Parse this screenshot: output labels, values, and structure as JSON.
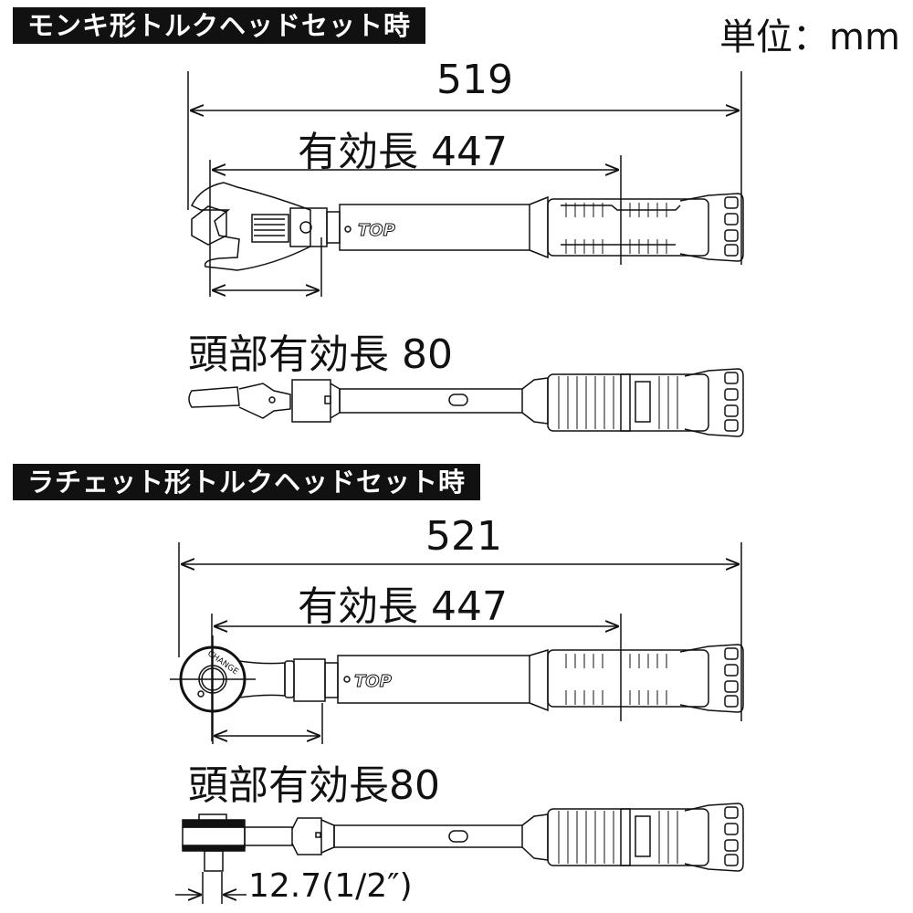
{
  "unit_label": "単位：mm",
  "sections": [
    {
      "title": "モンキ形トルクヘッドセット時",
      "overall_length": "519",
      "effective_length": "有効長 447",
      "head_effective_length": "頭部有効長 80",
      "brand": "TOP"
    },
    {
      "title": "ラチェット形トルクヘッドセット時",
      "overall_length": "521",
      "effective_length": "有効長 447",
      "head_effective_length": "頭部有効長80",
      "brand": "TOP",
      "head_label": "CHANGE",
      "square_drive": "12.7(1/2″)"
    }
  ],
  "colors": {
    "line": "#111111",
    "background": "#ffffff"
  }
}
